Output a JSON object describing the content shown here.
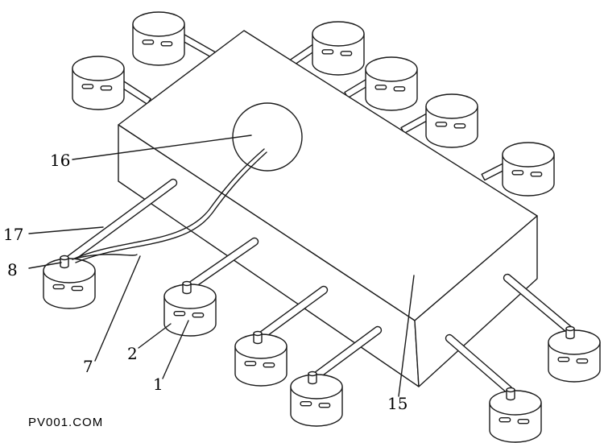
{
  "labels": {
    "l16": "16",
    "l17": "17",
    "l8": "8",
    "l7": "7",
    "l2": "2",
    "l1": "1",
    "l15": "15"
  },
  "watermark": "PV001.COM",
  "colors": {
    "stroke": "#1a1a1a",
    "fill": "#ffffff",
    "watermark": "#f0a040"
  }
}
